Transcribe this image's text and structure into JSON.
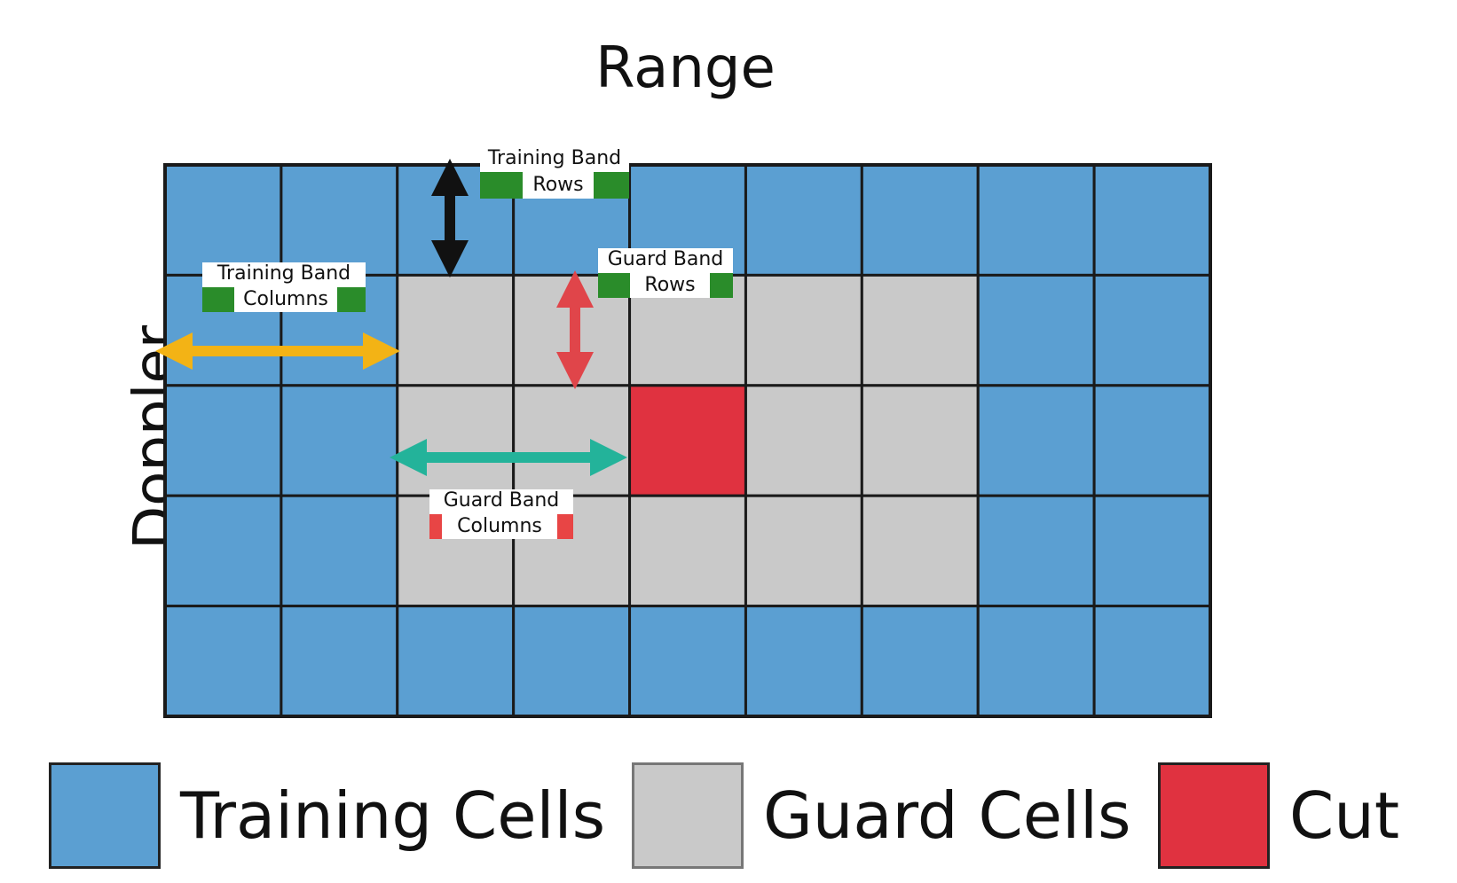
{
  "axes": {
    "x_label": "Range",
    "y_label": "Doppler"
  },
  "grid": {
    "columns": 9,
    "rows": 5,
    "cells": [
      [
        "training",
        "training",
        "training",
        "training",
        "training",
        "training",
        "training",
        "training",
        "training"
      ],
      [
        "training",
        "training",
        "guard",
        "guard",
        "guard",
        "guard",
        "guard",
        "training",
        "training"
      ],
      [
        "training",
        "training",
        "guard",
        "guard",
        "cut",
        "guard",
        "guard",
        "training",
        "training"
      ],
      [
        "training",
        "training",
        "guard",
        "guard",
        "guard",
        "guard",
        "guard",
        "training",
        "training"
      ],
      [
        "training",
        "training",
        "training",
        "training",
        "training",
        "training",
        "training",
        "training",
        "training"
      ]
    ]
  },
  "annotations": {
    "training_band_rows": {
      "line1": "Training Band",
      "line2": "Rows"
    },
    "training_band_columns": {
      "line1": "Training Band",
      "line2": "Columns"
    },
    "guard_band_rows": {
      "line1": "Guard Band",
      "line2": "Rows"
    },
    "guard_band_columns": {
      "line1": "Guard Band",
      "line2": "Columns"
    }
  },
  "legend": [
    {
      "key": "training",
      "label": "Training Cells"
    },
    {
      "key": "guard",
      "label": "Guard Cells"
    },
    {
      "key": "cut",
      "label": "Cut"
    }
  ],
  "colors": {
    "training": "#5b9fd2",
    "guard": "#c9c9c9",
    "cut": "#e03240",
    "grid_line": "#1a1a1a",
    "training_band_columns_arrow": "#f3b315",
    "training_band_rows_arrow": "#111111",
    "guard_band_rows_arrow": "#e0454a",
    "guard_band_columns_arrow": "#23b39a"
  }
}
